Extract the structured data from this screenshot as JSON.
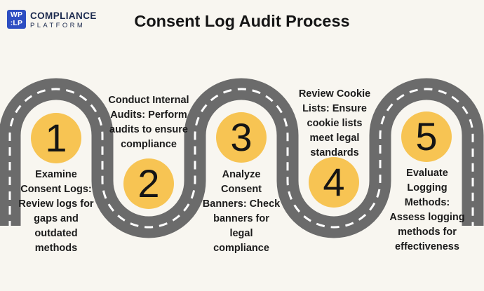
{
  "header": {
    "logo": {
      "box_line1": "WP",
      "box_line2": ":LP",
      "name_line1": "COMPLIANCE",
      "name_line2": "PLATFORM"
    },
    "title": "Consent Log Audit Process"
  },
  "colors": {
    "background": "#F8F6F0",
    "road": "#6B6B6B",
    "road_dash": "#FFFFFF",
    "circle": "#F7C453",
    "text": "#1B1B1B",
    "logo_blue": "#2D4EC2",
    "logo_navy": "#1C2A4E"
  },
  "steps": [
    {
      "number": "1",
      "text_position": "below",
      "description": "Examine\nConsent Logs:\nReview logs for\ngaps and\noutdated\nmethods"
    },
    {
      "number": "2",
      "text_position": "above",
      "description": "Conduct Internal\nAudits: Perform\naudits to ensure\ncompliance"
    },
    {
      "number": "3",
      "text_position": "below",
      "description": "Analyze\nConsent\nBanners: Check\nbanners for\nlegal\ncompliance"
    },
    {
      "number": "4",
      "text_position": "above",
      "description": "Review Cookie\nLists: Ensure\ncookie lists\nmeet legal\nstandards"
    },
    {
      "number": "5",
      "text_position": "below",
      "description": "Evaluate\nLogging\nMethods:\nAssess logging\nmethods for\neffectiveness"
    }
  ]
}
